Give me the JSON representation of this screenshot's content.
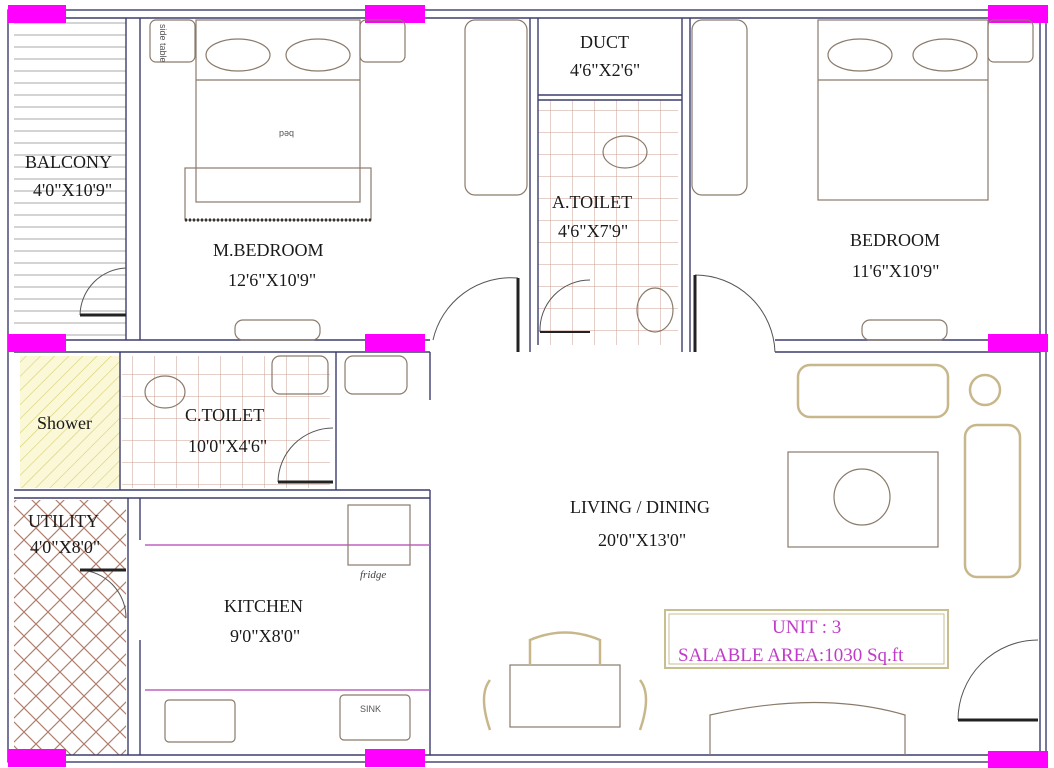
{
  "plan": {
    "rooms": {
      "balcony": {
        "name": "BALCONY",
        "size": "4'0\"X10'9\""
      },
      "master_bedroom": {
        "name": "M.BEDROOM",
        "size": "12'6\"X10'9\""
      },
      "duct": {
        "name": "DUCT",
        "size": "4'6\"X2'6\""
      },
      "attached_toilet": {
        "name": "A.TOILET",
        "size": "4'6\"X7'9\""
      },
      "bedroom": {
        "name": "BEDROOM",
        "size": "11'6\"X10'9\""
      },
      "shower": {
        "name": "Shower"
      },
      "common_toilet": {
        "name": "C.TOILET",
        "size": "10'0\"X4'6\""
      },
      "utility": {
        "name": "UTILITY",
        "size": "4'0\"X8'0\""
      },
      "kitchen": {
        "name": "KITCHEN",
        "size": "9'0\"X8'0\""
      },
      "living_dining": {
        "name": "LIVING / DINING",
        "size": "20'0\"X13'0\""
      }
    },
    "furniture_labels": {
      "bed": "bed",
      "side_table": "side table",
      "fridge": "fridge",
      "sink": "SINK"
    },
    "unit_info": {
      "unit": "UNIT : 3",
      "salable_area": "SALABLE AREA:1030 Sq.ft"
    },
    "colors": {
      "column": "#ff00ff",
      "unit_text": "#c03cc8",
      "wall": "#3d3d6e",
      "tile": "#c9a092",
      "shower_hatch": "#e6df8a"
    }
  }
}
